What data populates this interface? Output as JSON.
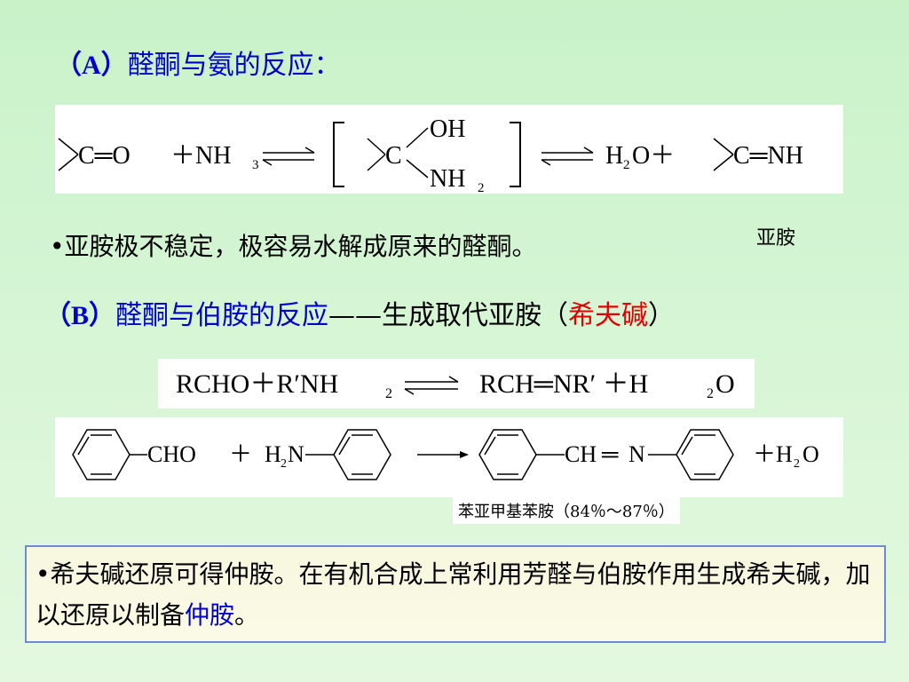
{
  "section_a": {
    "label": "（A）",
    "title": "醛酮与氨的反应：",
    "equation": {
      "r1": "C═O",
      "plus1": "＋NH",
      "sub3": "3",
      "oh": "OH",
      "nh2": "NH",
      "sub2": "2",
      "h2o": "H",
      "h2o_sub": "2",
      "h2o_o": "O＋",
      "imine": "C═NH",
      "imine_label": "亚胺"
    },
    "bullet": "•亚胺极不稳定，极容易水解成原来的醛酮。"
  },
  "section_b": {
    "label": "（B）",
    "title": "醛酮与伯胺的反应",
    "dash": "——",
    "subtitle": "生成取代亚胺（",
    "schiff": "希夫碱",
    "close": "）",
    "general_eq": {
      "left": "RCHO＋R′NH",
      "left_sub": "2",
      "right": "RCH═NR′ ＋H",
      "right_sub": "2",
      "right_o": "O"
    },
    "specific_eq": {
      "cho": "CHO",
      "plus": "＋",
      "h2n": "H",
      "h2n_sub": "2",
      "h2n_n": "N",
      "ch": "CH",
      "eq": "═",
      "n": "N",
      "h2o": "＋H",
      "h2o_sub": "2",
      "h2o_o": "O"
    },
    "caption": "苯亚甲基苯胺（84％～87％）"
  },
  "note": {
    "line": "•希夫碱还原可得仲胺。在有机合成上常利用芳醛与伯胺作用生成希夫碱，加以还原以制备",
    "highlight": "仲胺",
    "end": "。"
  }
}
